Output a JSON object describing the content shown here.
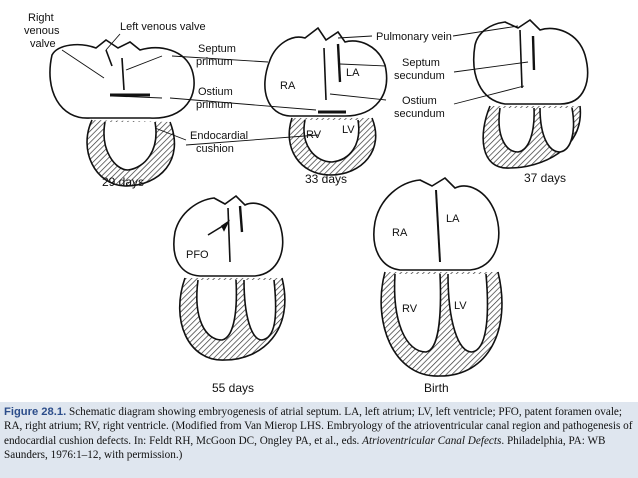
{
  "labels": {
    "right_venous_valve": [
      "Right",
      "venous",
      "valve"
    ],
    "left_venous_valve": "Left venous valve",
    "septum_primum": [
      "Septum",
      "primum"
    ],
    "ostium_primum": [
      "Ostium",
      "primum"
    ],
    "endocardial_cushion": [
      "Endocardial",
      "cushion"
    ],
    "pulmonary_vein": "Pulmonary vein",
    "septum_secundum": [
      "Septum",
      "secundum"
    ],
    "ostium_secundum": [
      "Ostium",
      "secundum"
    ],
    "ra": "RA",
    "la": "LA",
    "rv": "RV",
    "lv": "LV",
    "pfo": "PFO"
  },
  "stages": {
    "d29": "29 days",
    "d33": "33 days",
    "d37": "37 days",
    "d55": "55 days",
    "birth": "Birth"
  },
  "caption": {
    "figure": "Figure 28.1.",
    "text1": " Schematic diagram showing embryogenesis of atrial septum. LA, left atrium; LV, left ventricle; PFO, patent foramen ovale; RA, right atrium; RV, right ventricle. (Modified from Van Mierop LHS. Embryology of the atrioventricular canal region and pathogenesis of endocardial cushion defects. In: Feldt RH, McGoon DC, Ongley PA, et al., eds. ",
    "book": "Atrioventricular Canal Defects",
    "text2": ". Philadelphia, PA: WB Saunders, 1976:1–12, with permission.)"
  }
}
